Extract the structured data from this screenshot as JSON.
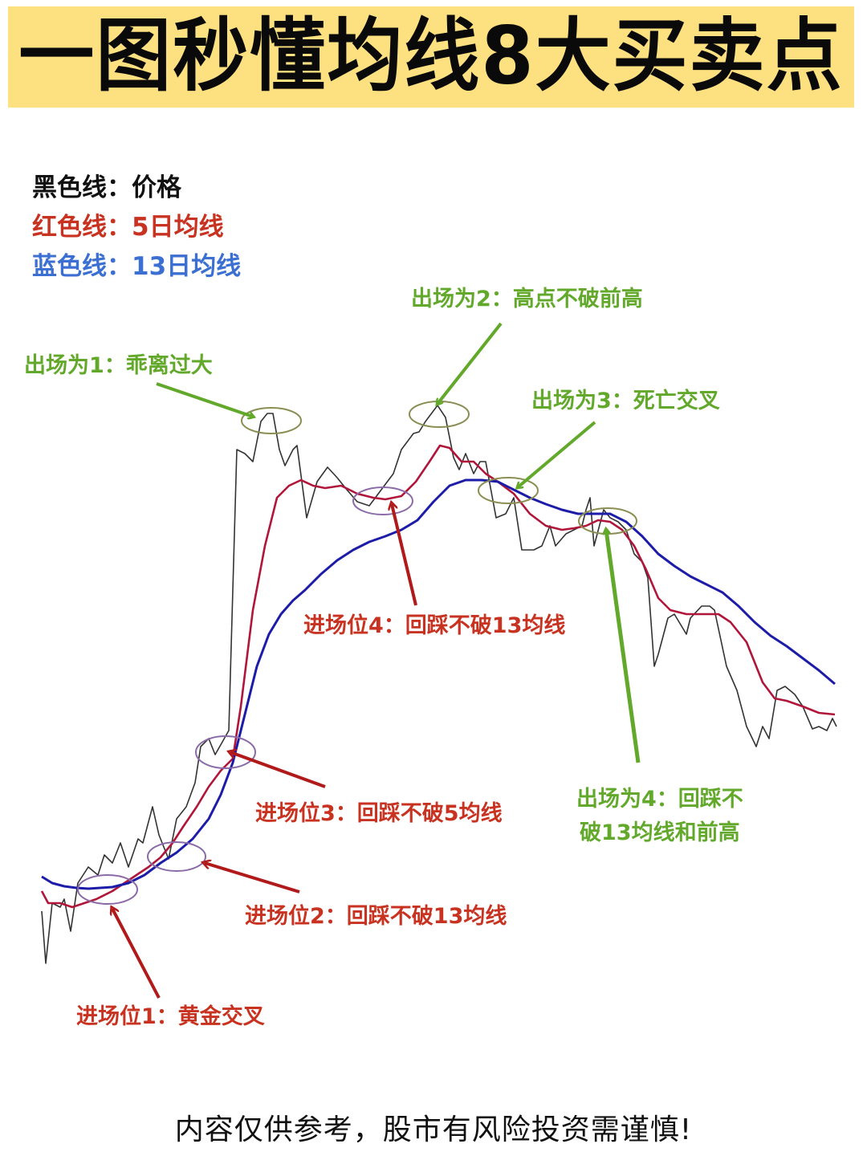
{
  "title": "一图秒懂均线8大买卖点",
  "legend": [
    {
      "label": "黑色线：价格",
      "color": "#111111"
    },
    {
      "label": "红色线：5日均线",
      "color": "#c83220"
    },
    {
      "label": "蓝色线：13日均线",
      "color": "#3b6fd1"
    }
  ],
  "exit_labels": {
    "exit1": "出场为1：乖离过大",
    "exit2": "出场为2：高点不破前高",
    "exit3": "出场为3：死亡交叉",
    "exit4_line1": "出场为4：回踩不",
    "exit4_line2": "破13均线和前高"
  },
  "entry_labels": {
    "entry1": "进场位1：黄金交叉",
    "entry2": "进场位2：回踩不破13均线",
    "entry3": "进场位3：回踩不破5均线",
    "entry4": "进场位4：回踩不破13均线"
  },
  "disclaimer": "内容仅供参考，股市有风险投资需谨慎!",
  "colors": {
    "title_bg": "#fde07f",
    "price_line": "#333333",
    "ma5_line": "#b0163a",
    "ma13_line": "#1c1ca8",
    "exit_green": "#62a82a",
    "entry_red": "#c83220"
  },
  "chart_data": {
    "type": "line",
    "title": "均线买卖点示意图",
    "series": [
      {
        "name": "价格",
        "color": "#333333",
        "points": [
          [
            52,
            1135
          ],
          [
            57,
            1200
          ],
          [
            65,
            1125
          ],
          [
            75,
            1130
          ],
          [
            80,
            1120
          ],
          [
            88,
            1160
          ],
          [
            97,
            1100
          ],
          [
            110,
            1080
          ],
          [
            122,
            1090
          ],
          [
            130,
            1065
          ],
          [
            140,
            1075
          ],
          [
            150,
            1050
          ],
          [
            160,
            1080
          ],
          [
            172,
            1045
          ],
          [
            178,
            1050
          ],
          [
            190,
            1005
          ],
          [
            198,
            1040
          ],
          [
            210,
            1070
          ],
          [
            220,
            1020
          ],
          [
            232,
            1005
          ],
          [
            243,
            975
          ],
          [
            250,
            930
          ],
          [
            260,
            920
          ],
          [
            268,
            940
          ],
          [
            285,
            910
          ],
          [
            295,
            560
          ],
          [
            305,
            565
          ],
          [
            315,
            575
          ],
          [
            325,
            525
          ],
          [
            333,
            515
          ],
          [
            340,
            515
          ],
          [
            348,
            560
          ],
          [
            355,
            580
          ],
          [
            365,
            560
          ],
          [
            370,
            555
          ],
          [
            382,
            645
          ],
          [
            395,
            600
          ],
          [
            408,
            582
          ],
          [
            420,
            595
          ],
          [
            432,
            610
          ],
          [
            445,
            625
          ],
          [
            460,
            630
          ],
          [
            475,
            610
          ],
          [
            490,
            590
          ],
          [
            500,
            560
          ],
          [
            515,
            540
          ],
          [
            522,
            538
          ],
          [
            530,
            525
          ],
          [
            545,
            505
          ],
          [
            555,
            520
          ],
          [
            565,
            570
          ],
          [
            572,
            585
          ],
          [
            580,
            565
          ],
          [
            590,
            590
          ],
          [
            598,
            575
          ],
          [
            605,
            575
          ],
          [
            618,
            645
          ],
          [
            630,
            640
          ],
          [
            640,
            620
          ],
          [
            650,
            685
          ],
          [
            665,
            685
          ],
          [
            675,
            680
          ],
          [
            685,
            655
          ],
          [
            692,
            680
          ],
          [
            705,
            665
          ],
          [
            715,
            660
          ],
          [
            725,
            655
          ],
          [
            730,
            635
          ],
          [
            735,
            620
          ],
          [
            740,
            680
          ],
          [
            752,
            635
          ],
          [
            760,
            645
          ],
          [
            770,
            650
          ],
          [
            780,
            660
          ],
          [
            790,
            690
          ],
          [
            800,
            700
          ],
          [
            807,
            720
          ],
          [
            815,
            830
          ],
          [
            820,
            815
          ],
          [
            832,
            770
          ],
          [
            840,
            765
          ],
          [
            855,
            790
          ],
          [
            860,
            770
          ],
          [
            874,
            755
          ],
          [
            884,
            755
          ],
          [
            890,
            760
          ],
          [
            905,
            830
          ],
          [
            918,
            860
          ],
          [
            930,
            905
          ],
          [
            942,
            930
          ],
          [
            950,
            905
          ],
          [
            958,
            920
          ],
          [
            968,
            860
          ],
          [
            978,
            855
          ],
          [
            990,
            865
          ],
          [
            1000,
            880
          ],
          [
            1012,
            908
          ],
          [
            1020,
            905
          ],
          [
            1030,
            910
          ],
          [
            1037,
            895
          ],
          [
            1042,
            905
          ]
        ]
      },
      {
        "name": "5日均线",
        "color": "#b0163a",
        "points": [
          [
            52,
            1110
          ],
          [
            60,
            1125
          ],
          [
            75,
            1125
          ],
          [
            90,
            1130
          ],
          [
            105,
            1125
          ],
          [
            120,
            1120
          ],
          [
            140,
            1110
          ],
          [
            155,
            1100
          ],
          [
            170,
            1090
          ],
          [
            185,
            1080
          ],
          [
            200,
            1068
          ],
          [
            215,
            1050
          ],
          [
            228,
            1030
          ],
          [
            245,
            1005
          ],
          [
            260,
            980
          ],
          [
            275,
            960
          ],
          [
            290,
            945
          ],
          [
            300,
            880
          ],
          [
            315,
            760
          ],
          [
            330,
            680
          ],
          [
            345,
            620
          ],
          [
            360,
            605
          ],
          [
            375,
            598
          ],
          [
            390,
            605
          ],
          [
            405,
            608
          ],
          [
            425,
            605
          ],
          [
            445,
            615
          ],
          [
            465,
            620
          ],
          [
            480,
            622
          ],
          [
            500,
            618
          ],
          [
            518,
            600
          ],
          [
            535,
            575
          ],
          [
            548,
            555
          ],
          [
            560,
            558
          ],
          [
            575,
            575
          ],
          [
            590,
            575
          ],
          [
            605,
            590
          ],
          [
            620,
            600
          ],
          [
            640,
            615
          ],
          [
            660,
            640
          ],
          [
            680,
            655
          ],
          [
            700,
            660
          ],
          [
            715,
            658
          ],
          [
            730,
            655
          ],
          [
            745,
            648
          ],
          [
            760,
            650
          ],
          [
            775,
            660
          ],
          [
            790,
            680
          ],
          [
            805,
            710
          ],
          [
            820,
            745
          ],
          [
            835,
            760
          ],
          [
            855,
            765
          ],
          [
            875,
            765
          ],
          [
            895,
            765
          ],
          [
            910,
            775
          ],
          [
            930,
            800
          ],
          [
            950,
            850
          ],
          [
            965,
            870
          ],
          [
            980,
            873
          ],
          [
            1000,
            880
          ],
          [
            1020,
            888
          ],
          [
            1040,
            890
          ]
        ]
      },
      {
        "name": "13日均线",
        "color": "#1c1ca8",
        "points": [
          [
            52,
            1092
          ],
          [
            65,
            1100
          ],
          [
            80,
            1104
          ],
          [
            95,
            1106
          ],
          [
            110,
            1107
          ],
          [
            125,
            1106
          ],
          [
            140,
            1105
          ],
          [
            160,
            1100
          ],
          [
            180,
            1090
          ],
          [
            200,
            1075
          ],
          [
            220,
            1062
          ],
          [
            240,
            1045
          ],
          [
            260,
            1020
          ],
          [
            275,
            990
          ],
          [
            290,
            950
          ],
          [
            305,
            890
          ],
          [
            320,
            830
          ],
          [
            335,
            790
          ],
          [
            350,
            765
          ],
          [
            365,
            748
          ],
          [
            380,
            735
          ],
          [
            400,
            715
          ],
          [
            420,
            698
          ],
          [
            440,
            685
          ],
          [
            460,
            675
          ],
          [
            480,
            668
          ],
          [
            500,
            660
          ],
          [
            520,
            648
          ],
          [
            540,
            625
          ],
          [
            560,
            605
          ],
          [
            580,
            598
          ],
          [
            600,
            598
          ],
          [
            620,
            600
          ],
          [
            640,
            610
          ],
          [
            660,
            620
          ],
          [
            680,
            628
          ],
          [
            700,
            635
          ],
          [
            720,
            640
          ],
          [
            740,
            640
          ],
          [
            760,
            640
          ],
          [
            780,
            650
          ],
          [
            800,
            668
          ],
          [
            820,
            690
          ],
          [
            840,
            705
          ],
          [
            860,
            718
          ],
          [
            880,
            728
          ],
          [
            900,
            738
          ],
          [
            920,
            755
          ],
          [
            940,
            775
          ],
          [
            960,
            792
          ],
          [
            980,
            805
          ],
          [
            1000,
            820
          ],
          [
            1020,
            835
          ],
          [
            1040,
            852
          ]
        ]
      }
    ],
    "annotations": [
      {
        "text": "进场位1：黄金交叉",
        "kind": "entry",
        "target": [
          145,
          1108
        ]
      },
      {
        "text": "进场位2：回踩不破13均线",
        "kind": "entry",
        "target": [
          220,
          1068
        ]
      },
      {
        "text": "进场位3：回踩不破5均线",
        "kind": "entry",
        "target": [
          282,
          938
        ]
      },
      {
        "text": "进场位4：回踩不破13均线",
        "kind": "entry",
        "target": [
          478,
          625
        ]
      },
      {
        "text": "出场为1：乖离过大",
        "kind": "exit",
        "target": [
          340,
          523
        ]
      },
      {
        "text": "出场为2：高点不破前高",
        "kind": "exit",
        "target": [
          547,
          515
        ]
      },
      {
        "text": "出场为3：死亡交叉",
        "kind": "exit",
        "target": [
          640,
          608
        ]
      },
      {
        "text": "出场为4：回踩不破13均线和前高",
        "kind": "exit",
        "target": [
          755,
          648
        ]
      }
    ],
    "xlabel": "",
    "ylabel": "",
    "grid": false,
    "legend_position": "top-left"
  }
}
